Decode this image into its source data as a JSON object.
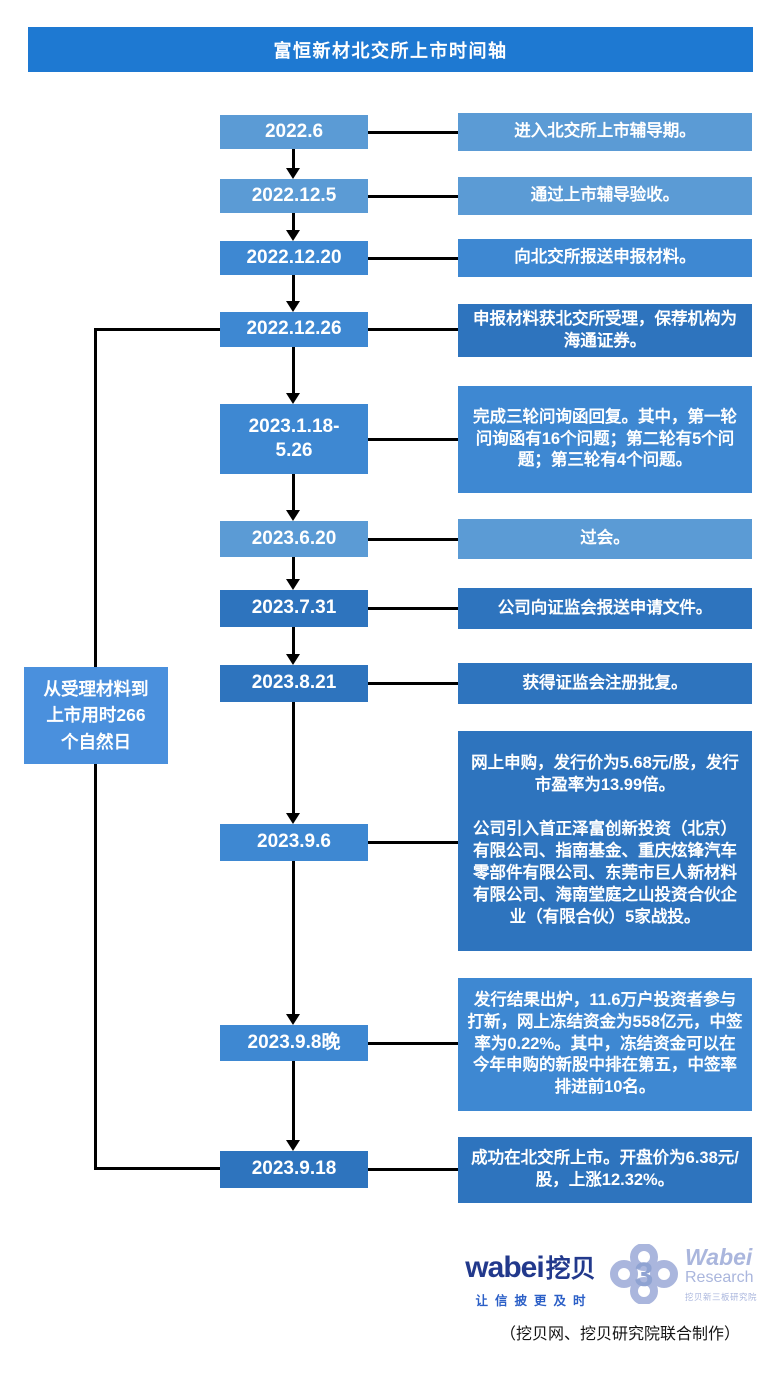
{
  "header": {
    "title": "富恒新材北交所上市时间轴"
  },
  "palette": {
    "header_bg": "#1e79d2",
    "box_light": "#5b9bd5",
    "box_mid": "#3e88d2",
    "box_dark": "#2e74be",
    "side_note_bg": "#4a90dd",
    "line_black": "#000000",
    "wabei_navy": "#22398c",
    "wabei_blue": "#2b5fc7",
    "research_blue": "#aab6dd",
    "research_num": "#8fa3d2"
  },
  "side_note": {
    "text": "从受理材料到\n上市用时266\n个自然日"
  },
  "timeline": {
    "items": [
      {
        "date": "2022.6",
        "desc": "进入北交所上市辅导期。",
        "date_tone": "light",
        "desc_tone": "light"
      },
      {
        "date": "2022.12.5",
        "desc": "通过上市辅导验收。",
        "date_tone": "light",
        "desc_tone": "light"
      },
      {
        "date": "2022.12.20",
        "desc": "向北交所报送申报材料。",
        "date_tone": "mid",
        "desc_tone": "mid"
      },
      {
        "date": "2022.12.26",
        "desc": "申报材料获北交所受理，保荐机构为海通证券。",
        "date_tone": "mid",
        "desc_tone": "dark"
      },
      {
        "date": "2023.1.18-\n5.26",
        "desc": "完成三轮问询函回复。其中，第一轮问询函有16个问题；第二轮有5个问题；第三轮有4个问题。",
        "date_tone": "mid",
        "desc_tone": "mid"
      },
      {
        "date": "2023.6.20",
        "desc": "过会。",
        "date_tone": "light",
        "desc_tone": "light"
      },
      {
        "date": "2023.7.31",
        "desc": "公司向证监会报送申请文件。",
        "date_tone": "dark",
        "desc_tone": "dark"
      },
      {
        "date": "2023.8.21",
        "desc": "获得证监会注册批复。",
        "date_tone": "dark",
        "desc_tone": "dark"
      },
      {
        "date": "2023.9.6",
        "desc": "网上申购，发行价为5.68元/股，发行市盈率为13.99倍。\n\n公司引入首正泽富创新投资（北京）有限公司、指南基金、重庆炫锋汽车零部件有限公司、东莞市巨人新材料有限公司、海南堂庭之山投资合伙企业（有限合伙）5家战投。",
        "date_tone": "mid",
        "desc_tone": "dark"
      },
      {
        "date": "2023.9.8晚",
        "desc": "发行结果出炉，11.6万户投资者参与打新，网上冻结资金为558亿元，中签率为0.22%。其中，冻结资金可以在今年申购的新股中排在第五，中签率排进前10名。",
        "date_tone": "mid",
        "desc_tone": "mid"
      },
      {
        "date": "2023.9.18",
        "desc": "成功在北交所上市。开盘价为6.38元/股，上涨12.32%。",
        "date_tone": "dark",
        "desc_tone": "dark"
      }
    ]
  },
  "footer": {
    "wabei_logo": {
      "latin": "wabei",
      "cjk": "挖贝",
      "slogan": "让信披更及时"
    },
    "research_logo": {
      "numeral": "3",
      "line1": "Wabei",
      "line2": "Research",
      "line3": "挖贝新三板研究院"
    },
    "caption": "（挖贝网、挖贝研究院联合制作）"
  }
}
